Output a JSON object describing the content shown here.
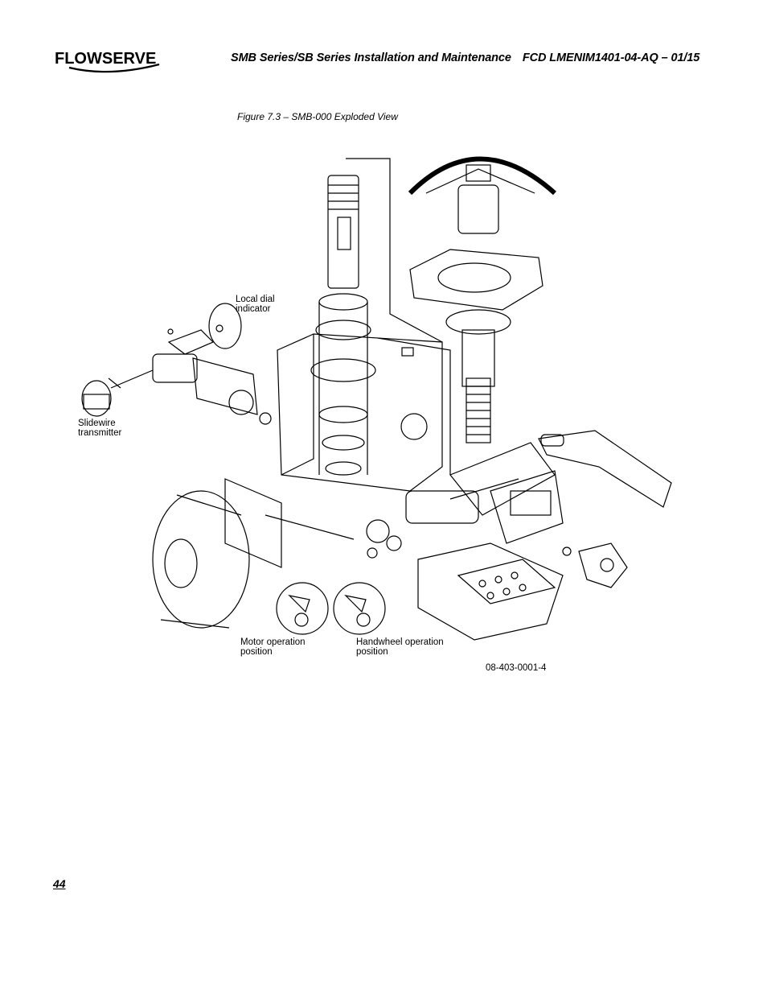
{
  "brand": {
    "name": "FLOWSERVE"
  },
  "header": {
    "title": "SMB Series/SB Series Installation and Maintenance",
    "doc_id": "FCD LMENIM1401-04-AQ – 01/15"
  },
  "figure": {
    "caption": "Figure 7.3 – SMB-000 Exploded View",
    "labels": {
      "local_dial_line1": "Local dial",
      "local_dial_line2": "indicator",
      "slidewire_line1": "Slidewire",
      "slidewire_line2": "transmitter",
      "motor_op_line1": "Motor operation",
      "motor_op_line2": "position",
      "handwheel_op_line1": "Handwheel operation",
      "handwheel_op_line2": "position",
      "drawing_number": "08-403-0001-4"
    }
  },
  "footer": {
    "page_number": "44"
  }
}
